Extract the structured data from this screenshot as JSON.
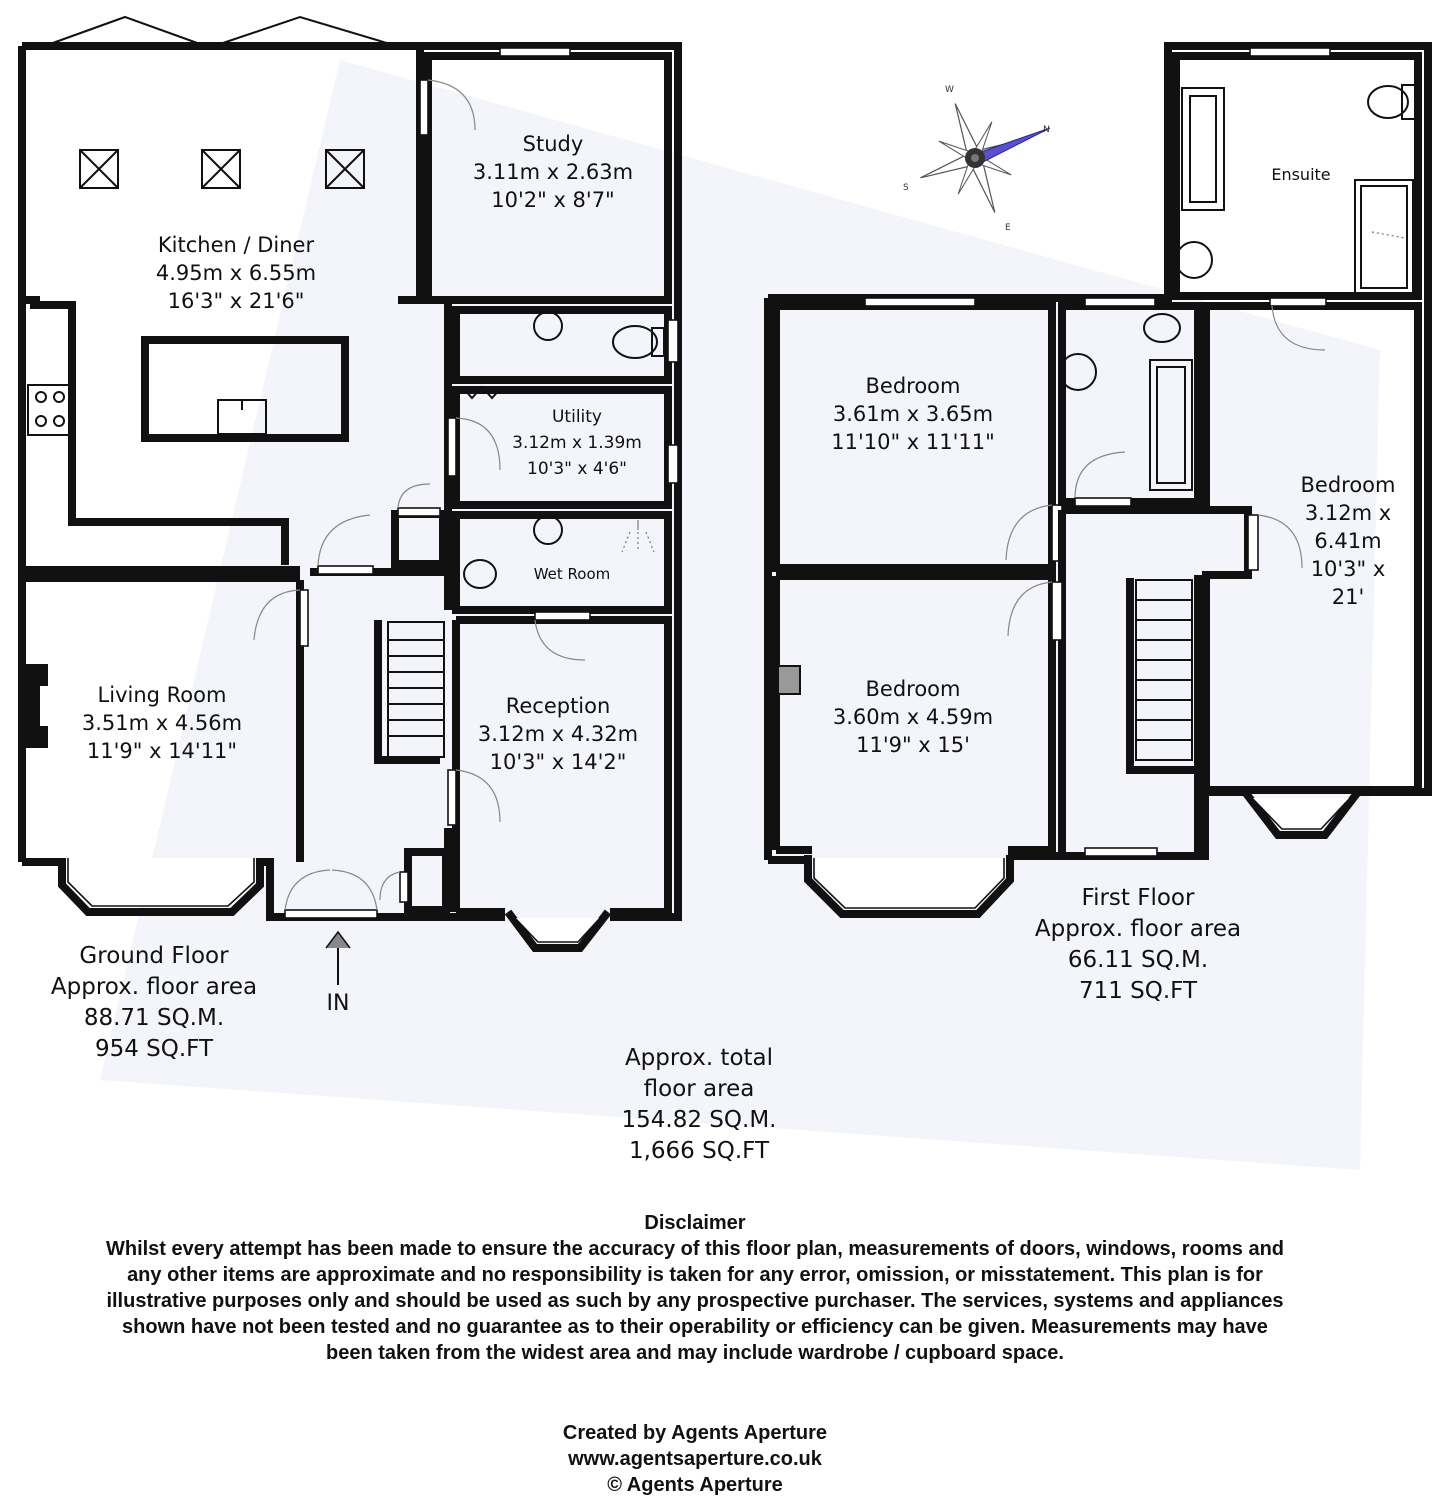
{
  "ground_floor": {
    "rooms": [
      {
        "name": "Kitchen / Diner",
        "metric": "4.95m x 6.55m",
        "imperial": "16'3\" x 21'6\""
      },
      {
        "name": "Study",
        "metric": "3.11m x 2.63m",
        "imperial": "10'2\" x 8'7\""
      },
      {
        "name": "Utility",
        "metric": "3.12m x 1.39m",
        "imperial": "10'3\" x 4'6\""
      },
      {
        "name": "Wet Room"
      },
      {
        "name": "Living Room",
        "metric": "3.51m x 4.56m",
        "imperial": "11'9\" x 14'11\""
      },
      {
        "name": "Reception",
        "metric": "3.12m x 4.32m",
        "imperial": "10'3\" x 14'2\""
      }
    ],
    "entrance_label": "IN",
    "area": {
      "title": "Ground Floor",
      "subtitle": "Approx. floor area",
      "sqm": "88.71 SQ.M.",
      "sqft": "954 SQ.FT"
    }
  },
  "first_floor": {
    "rooms": [
      {
        "name": "Ensuite"
      },
      {
        "name": "Bedroom",
        "metric": "3.61m x 3.65m",
        "imperial": "11'10\" x 11'11\""
      },
      {
        "name": "Bedroom",
        "metric": "3.60m x 4.59m",
        "imperial": "11'9\" x 15'"
      },
      {
        "name": "Bedroom",
        "metric_1": "3.12m x",
        "metric_2": "6.41m",
        "imperial_1": "10'3\" x",
        "imperial_2": "21'"
      }
    ],
    "area": {
      "title": "First Floor",
      "subtitle": "Approx. floor area",
      "sqm": "66.11 SQ.M.",
      "sqft": "711 SQ.FT"
    }
  },
  "total": {
    "line1": "Approx. total",
    "line2": "floor area",
    "sqm": "154.82 SQ.M.",
    "sqft": "1,666 SQ.FT"
  },
  "compass": {
    "n": "N",
    "s": "S",
    "e": "E",
    "w": "W",
    "needle_color": "#5a4fcf"
  },
  "disclaimer": {
    "title": "Disclaimer",
    "text": "Whilst every attempt has been made to ensure the accuracy of this floor plan, measurements of doors, windows, rooms and any other items are approximate and no responsibility is taken for any error, omission, or misstatement. This plan is for illustrative purposes only and should be used as such by any prospective purchaser. The services, systems and appliances shown have not been tested and no guarantee as to their operability or efficiency can be given. Measurements may have been taken from the widest area and may include wardrobe / cupboard space."
  },
  "credits": {
    "line1": "Created by Agents Aperture",
    "line2": "www.agentsaperture.co.uk",
    "line3": "© Agents Aperture"
  },
  "colors": {
    "wall": "#111111",
    "watermark": "#e9edf7",
    "chimney": "#999999"
  }
}
